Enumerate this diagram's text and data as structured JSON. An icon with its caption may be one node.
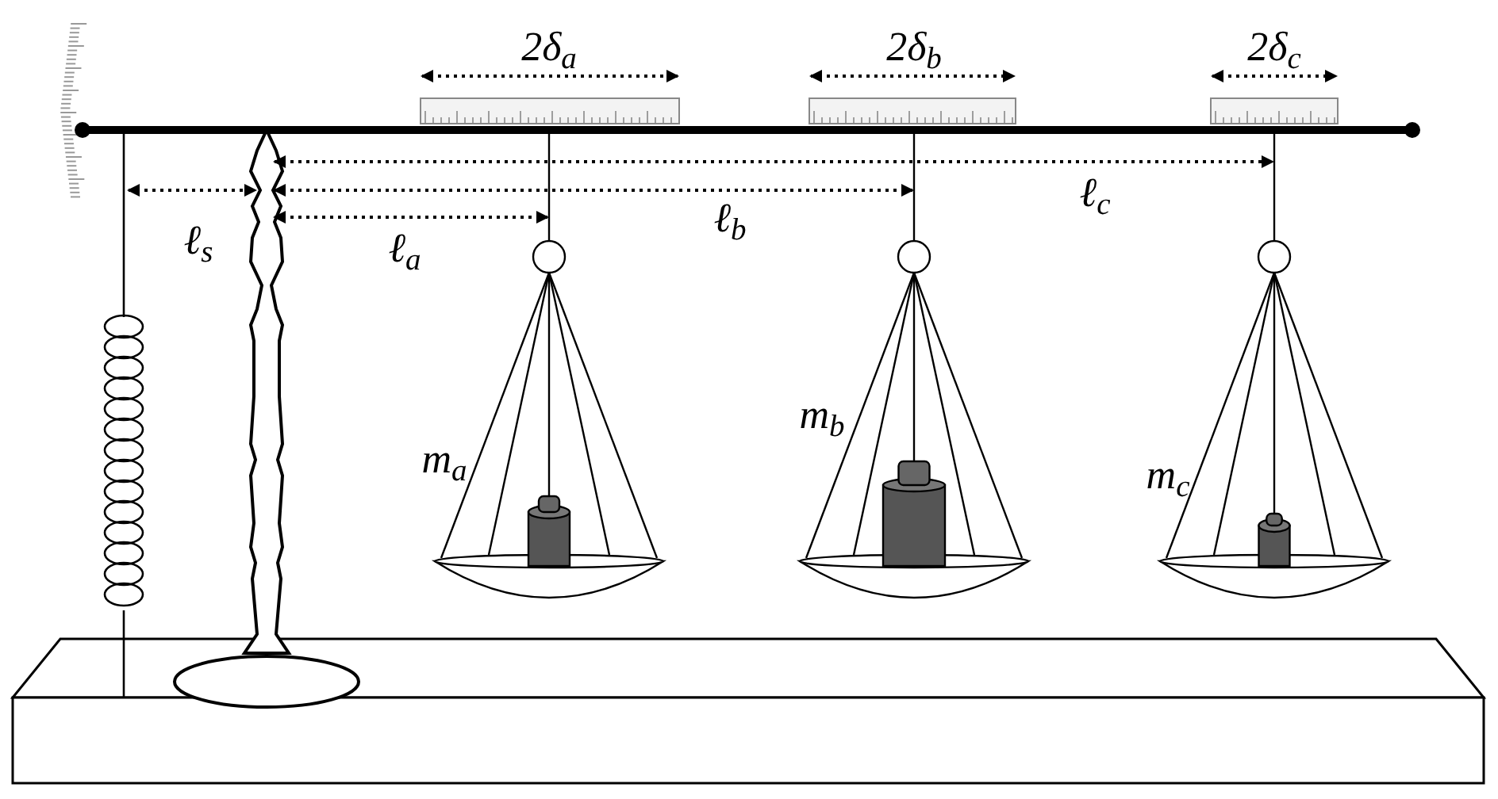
{
  "diagram": {
    "labels": [
      "2δ$_{a}$",
      "2δ$_{b}$",
      "2δ$_{c}$",
      "ℓ$_{c}$",
      "ℓ$_{b}$",
      "ℓ$_{s}$",
      "ℓ$_{a}$",
      "m$_{a}$",
      "m$_{b}$",
      "m$_{c}$"
    ]
  }
}
